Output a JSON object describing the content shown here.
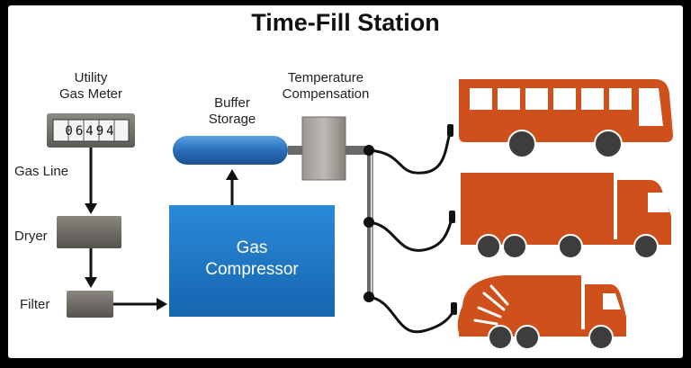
{
  "title": "Time-Fill Station",
  "labels": {
    "utility_meter": [
      "Utility",
      "Gas Meter"
    ],
    "gas_line": "Gas Line",
    "dryer": "Dryer",
    "filter": "Filter",
    "buffer_storage": [
      "Buffer",
      "Storage"
    ],
    "temperature_compensation": [
      "Temperature",
      "Compensation"
    ],
    "gas_compressor": [
      "Gas",
      "Compressor"
    ]
  },
  "meter_reading": "06494",
  "vehicles": [
    "bus",
    "box-truck",
    "garbage-truck"
  ],
  "colors": {
    "vehicle": "#d0501c",
    "compressor": "#1f78c8",
    "tank": "#2a6fb8",
    "gray_box": "#6b6862",
    "arrow": "#111111",
    "background": "#ffffff",
    "outer_frame": "#000000"
  }
}
